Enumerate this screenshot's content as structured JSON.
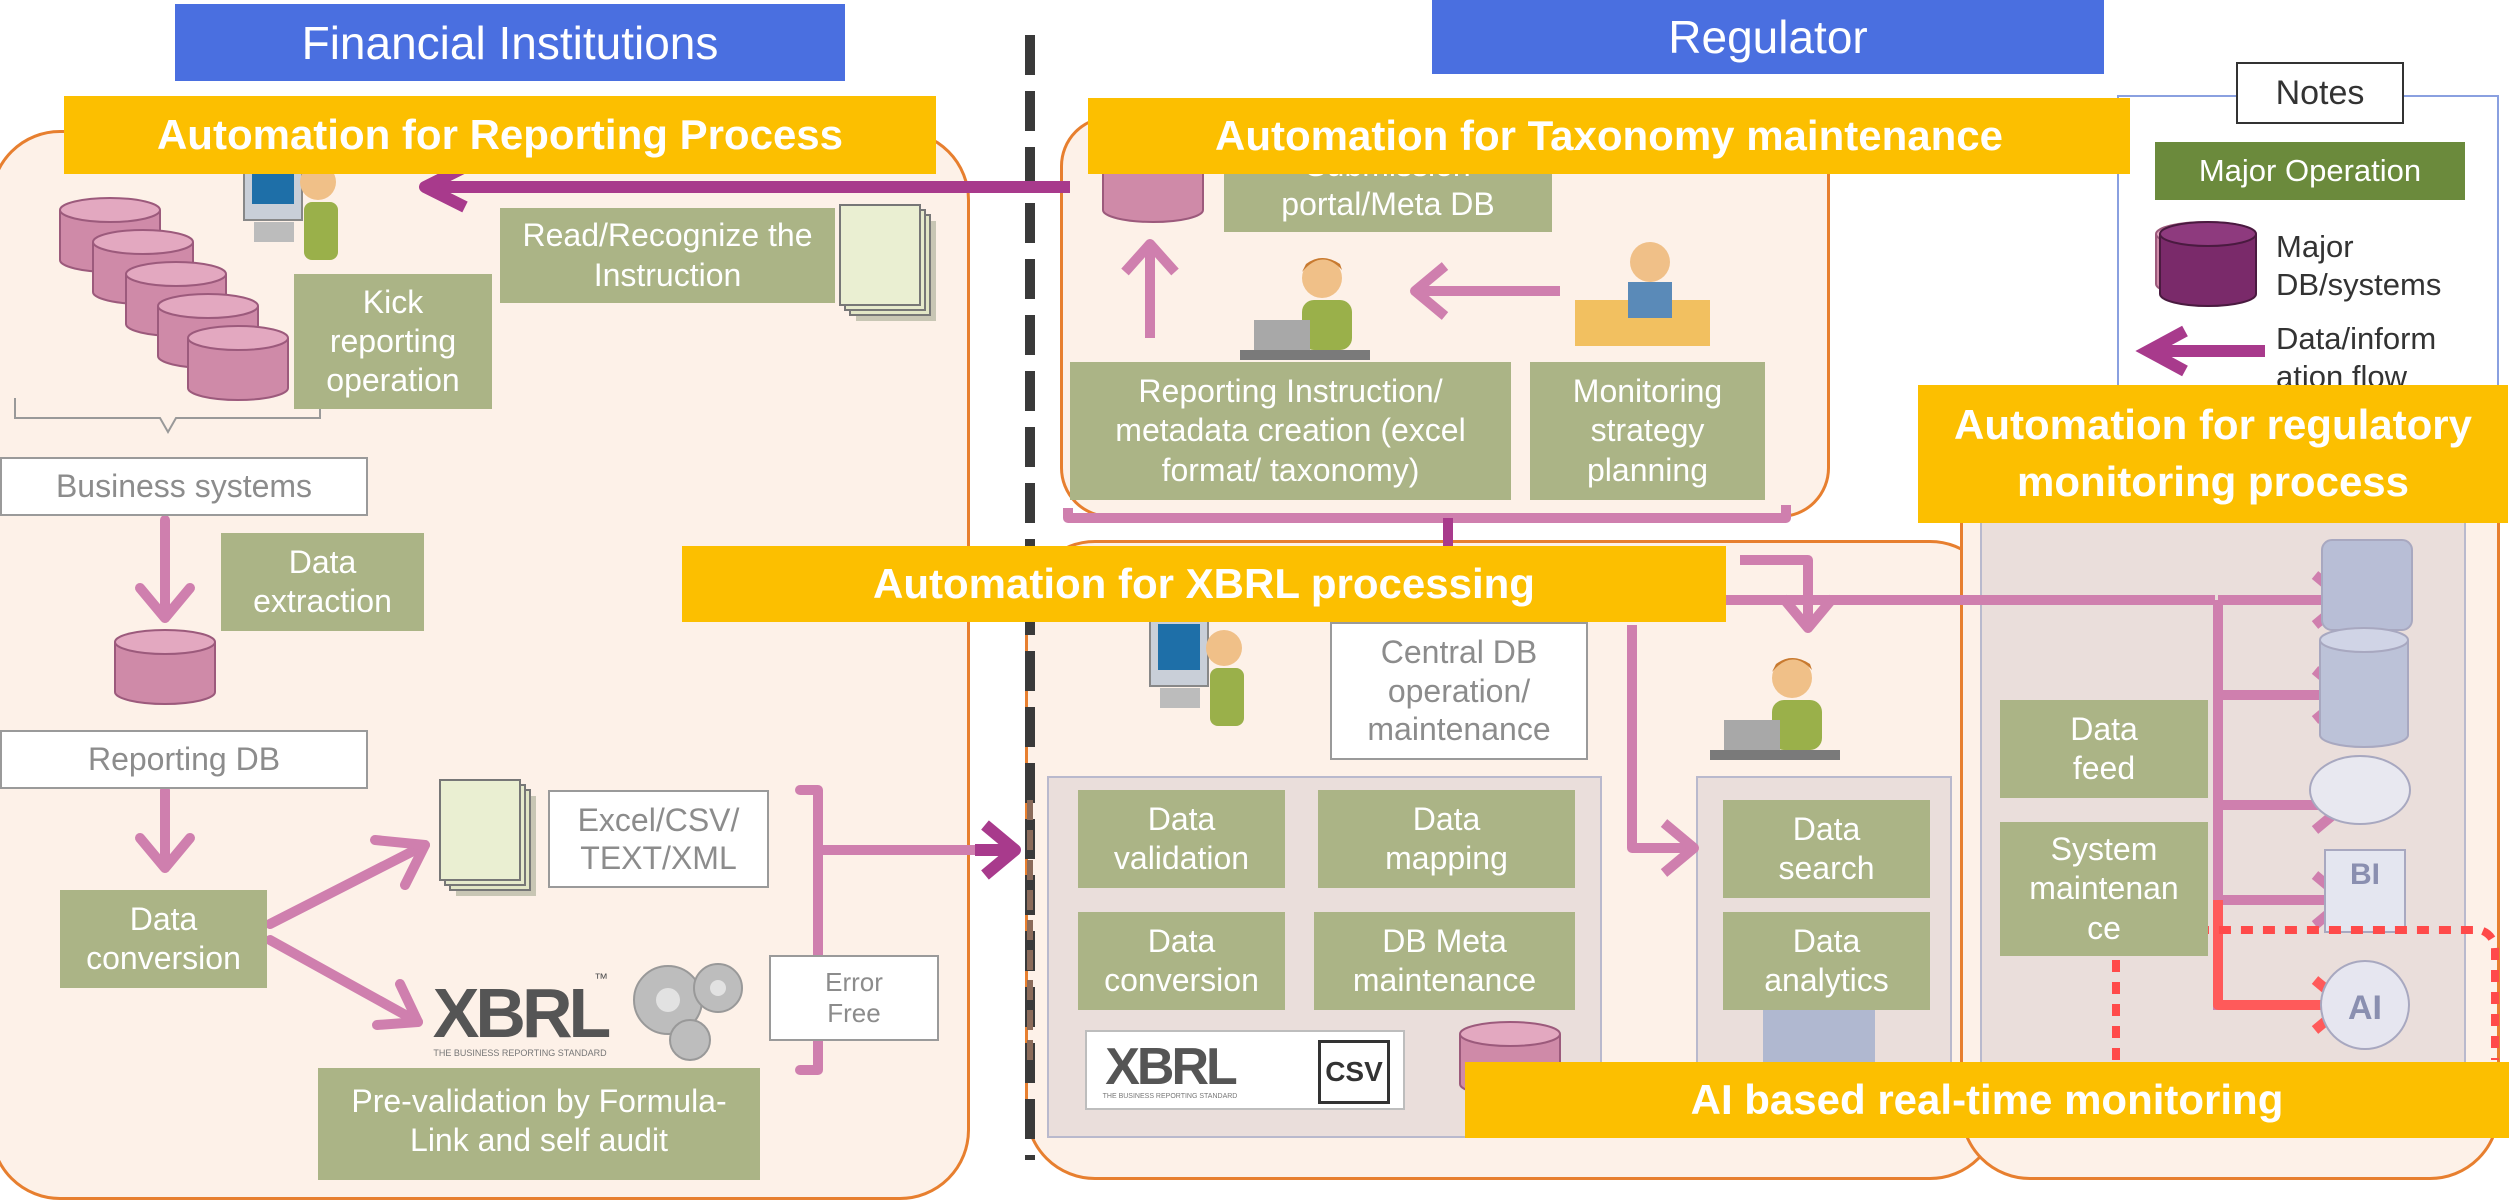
{
  "headers": {
    "financial_institutions": "Financial Institutions",
    "regulator": "Regulator"
  },
  "banners": {
    "reporting": "Automation for Reporting Process",
    "taxonomy": "Automation for Taxonomy maintenance",
    "xbrl": "Automation for XBRL processing",
    "regulatory_line1": "Automation for regulatory",
    "regulatory_line2": "monitoring process",
    "ai": "AI based real-time monitoring"
  },
  "fi": {
    "kick": "Kick reporting operation",
    "read": "Read/Recognize the Instruction",
    "business_systems": "Business systems",
    "data_extraction": "Data extraction",
    "reporting_db": "Reporting DB",
    "data_conversion": "Data conversion",
    "formats": "Excel/CSV/ TEXT/XML",
    "error_free": "Error Free",
    "prevalidation": "Pre-validation  by Formula-Link and self audit"
  },
  "tax": {
    "portal": "Submission portal/Meta DB",
    "instruction": "Reporting Instruction/ metadata creation (excel format/ taxonomy)",
    "monitoring_strategy": "Monitoring strategy planning"
  },
  "xbrlproc": {
    "central_db": "Central DB operation/ maintenance",
    "validation": "Data validation",
    "mapping": "Data mapping",
    "conversion": "Data conversion",
    "db_meta": "DB Meta maintenance",
    "search": "Data search",
    "analytics": "Data analytics"
  },
  "reg": {
    "data_feed": "Data feed",
    "system_maint": "System maintenan ce"
  },
  "notes": {
    "title": "Notes",
    "major_operation": "Major Operation",
    "major_db": "Major DB/systems",
    "flow": "Data/inform ation flow"
  },
  "logos": {
    "xbrl": "XBRL",
    "xbrl_tm": "™",
    "xbrl_sub": "THE BUSINESS REPORTING STANDARD",
    "csv": "CSV",
    "bi": "BI",
    "ai": "AI"
  },
  "colors": {
    "header_blue": "#4a6fe0",
    "banner_yellow": "#fcbf00",
    "op_green": "#abb486",
    "arrow_pink": "#cf7fae",
    "arrow_dark": "#a83a8c",
    "ai_red": "#ff5a5a"
  }
}
